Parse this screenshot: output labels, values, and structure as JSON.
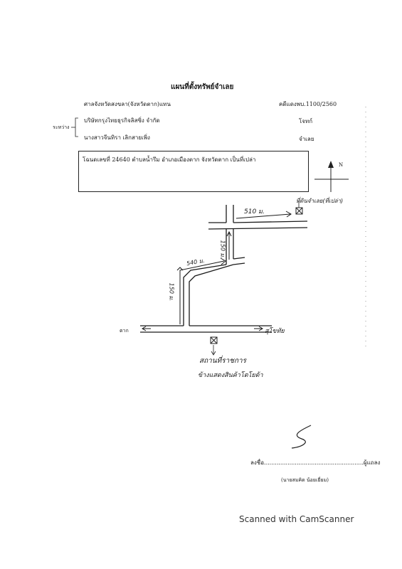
{
  "document": {
    "title": "แผนที่ตั้งทรัพย์จำเลย",
    "court": "ศาลจังหวัดสงขลา(จังหวัดตาก)แทน",
    "case_number": "คดีแดงพบ.1100/2560",
    "between_label": "ระหว่าง",
    "plaintiff": "บริษัทกรุงไทยธุรกิจลิสซิ่ง จำกัด",
    "plaintiff_role": "โจทก์",
    "defendant": "นางสาวจีนทิรา เลิกสายเพิ่ง",
    "defendant_role": "จำเลย",
    "deed_description": "โฉนดเลขที่ 24640 ตำบลน้ำรึม อำเภอเมืองตาก จังหวัดตาก เป็นที่เปล่า"
  },
  "map": {
    "north_label": "N",
    "property_label": "ที่ดินจำเลย(ที่เปล่า)",
    "distance_horizontal": "510 ม.",
    "distance_vertical": "150 ม.",
    "distance_diagonal": "540 ม.",
    "distance_left": "150 ม.",
    "direction_left": "ตาก",
    "direction_right": "สุโขทัย",
    "landmark_line1": "สถานที่ราชการ",
    "landmark_line2": "ข้างแสดงสินค้าโตโยต้า"
  },
  "signature": {
    "sign_line": "ลงชื่อ.......................................................ผู้แถลง",
    "signer_name": "(นายสมคิด น้อยเยี่ยม)"
  },
  "footer": {
    "scanned_text": "Scanned with CamScanner"
  }
}
